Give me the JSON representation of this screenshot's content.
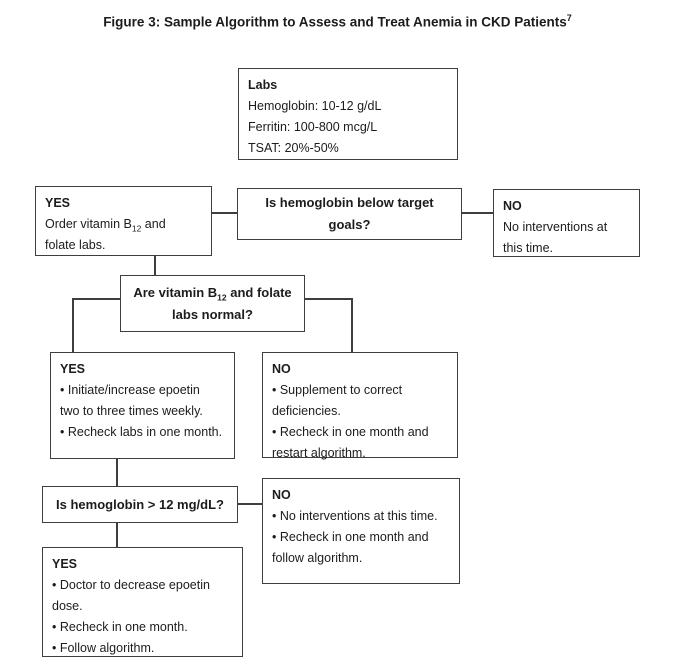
{
  "title": {
    "text": "Figure 3: Sample Algorithm to Assess and Treat Anemia in CKD Patients",
    "superscript": "7"
  },
  "boxes": {
    "labs": {
      "heading": "Labs",
      "line1": "Hemoglobin: 10-12 g/dL",
      "line2": "Ferritin: 100-800 mcg/L",
      "line3": "TSAT: 20%-50%"
    },
    "yes_order_labs": {
      "heading": "YES",
      "line1_pre": "Order vitamin B",
      "line1_sub": "12",
      "line1_post": " and",
      "line2": "folate labs."
    },
    "q_hgb_below_target": {
      "line1": "Is hemoglobin below target",
      "line2": "goals?"
    },
    "no_interventions": {
      "heading": "NO",
      "line1": "No interventions at",
      "line2": "this time."
    },
    "q_b12_folate_normal": {
      "line1_pre": "Are vitamin B",
      "line1_sub": "12",
      "line1_post": " and folate",
      "line2": "labs normal?"
    },
    "yes_epoetin": {
      "heading": "YES",
      "line1": "• Initiate/increase epoetin",
      "line2": "two to three times weekly.",
      "line3": "• Recheck labs in one month."
    },
    "no_supplement": {
      "heading": "NO",
      "line1": "• Supplement to correct",
      "line2": "deficiencies.",
      "line3": "• Recheck in one month and",
      "line4": "restart algorithm."
    },
    "q_hgb_over_12": {
      "line1": "Is hemoglobin > 12 mg/dL?"
    },
    "no_follow": {
      "heading": "NO",
      "line1": "• No interventions at this time.",
      "line2": "• Recheck in one month and",
      "line3": "follow algorithm."
    },
    "yes_decrease": {
      "heading": "YES",
      "line1": "• Doctor to decrease epoetin",
      "line2": "dose.",
      "line3": "• Recheck in one month.",
      "line4": "• Follow algorithm."
    }
  },
  "colors": {
    "border": "#3e3e3e",
    "text": "#1c1c1c",
    "background": "#ffffff"
  }
}
